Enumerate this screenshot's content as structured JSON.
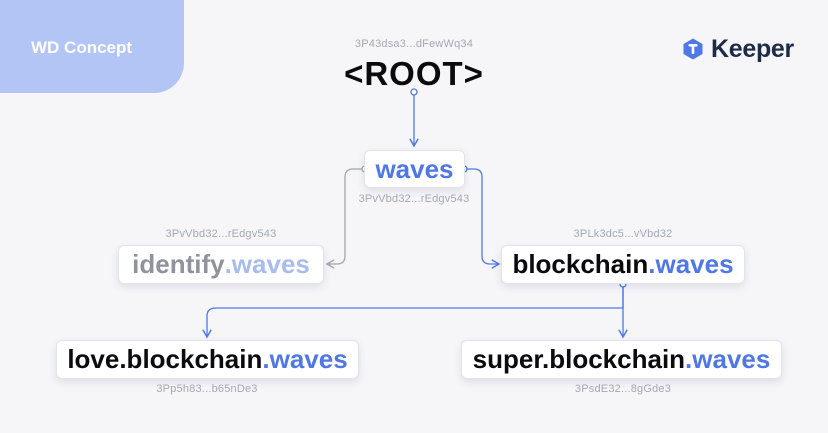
{
  "header": {
    "tab_label": "WD Concept",
    "brand": "Keeper"
  },
  "root": {
    "address": "3P43dsa3...dFewWq34",
    "label": "<ROOT>"
  },
  "waves": {
    "address": "3PvVbd32...rEdgv543",
    "label": "waves"
  },
  "identify": {
    "address": "3PvVbd32...rEdgv543",
    "name": "identify",
    "suffix": ".waves"
  },
  "blockchain": {
    "address": "3PLk3dc5...vVbd32",
    "name": "blockchain",
    "suffix": ".waves"
  },
  "love": {
    "address": "3Pp5h83...b65nDe3",
    "name": "love.blockchain",
    "suffix": ".waves"
  },
  "super": {
    "address": "3PsdE32...8gGde3",
    "name": "super.blockchain",
    "suffix": ".waves"
  },
  "colors": {
    "accent": "#4f78e6",
    "tab": "#b3c5f5",
    "muted": "#a4a8b2",
    "inactive_line": "#a2a5ad"
  }
}
